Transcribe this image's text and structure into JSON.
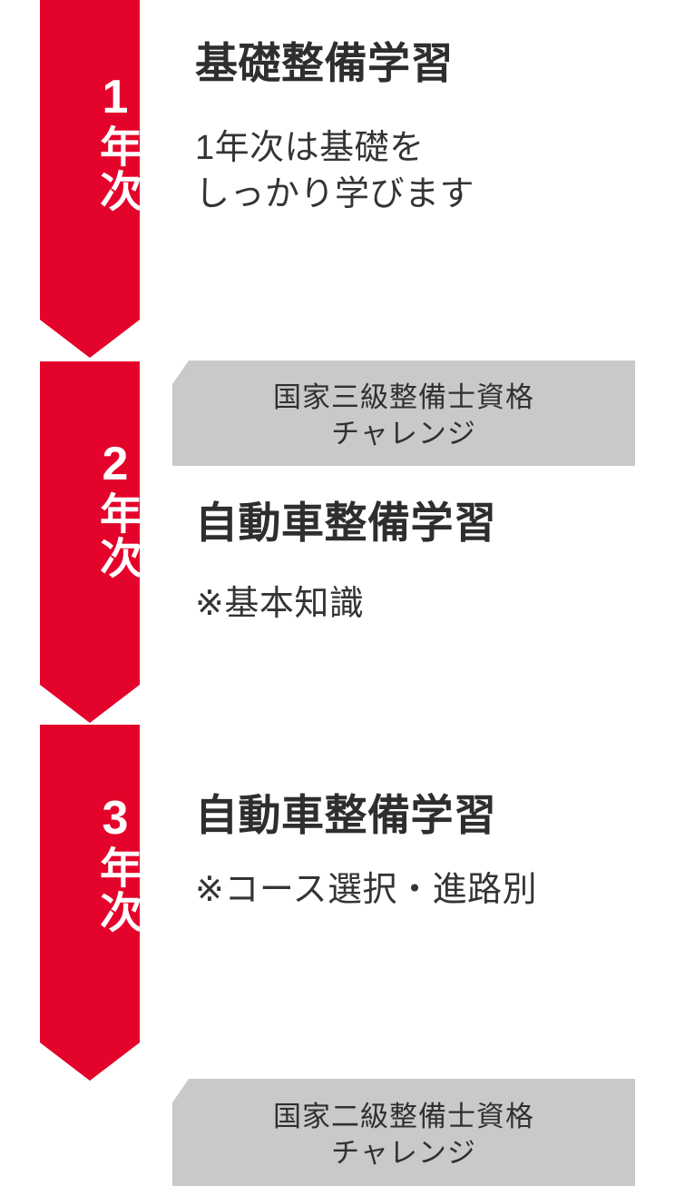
{
  "theme": {
    "arrow_color": "#e4032a",
    "ribbon_color": "#c9c9c9",
    "title_color": "#2e2e2e",
    "desc_color": "#343434",
    "year_label_color": "#ffffff",
    "background": "#ffffff"
  },
  "stages": [
    {
      "year_number": "1",
      "year_suffix": "年次",
      "year_full": "1年次",
      "title": "基礎整備学習",
      "desc_lines": [
        "1年次は基礎を",
        "しっかり学びます"
      ]
    },
    {
      "year_number": "2",
      "year_suffix": "年次",
      "year_full": "2年次",
      "title": "自動車整備学習",
      "desc_lines": [
        "※基本知識"
      ]
    },
    {
      "year_number": "3",
      "year_suffix": "年次",
      "year_full": "3年次",
      "title": "自動車整備学習",
      "desc_lines": [
        "※コース選択・進路別"
      ]
    }
  ],
  "ribbons": [
    {
      "line1": "国家三級整備士資格",
      "line2": "チャレンジ"
    },
    {
      "line1": "国家二級整備士資格",
      "line2": "チャレンジ"
    }
  ]
}
